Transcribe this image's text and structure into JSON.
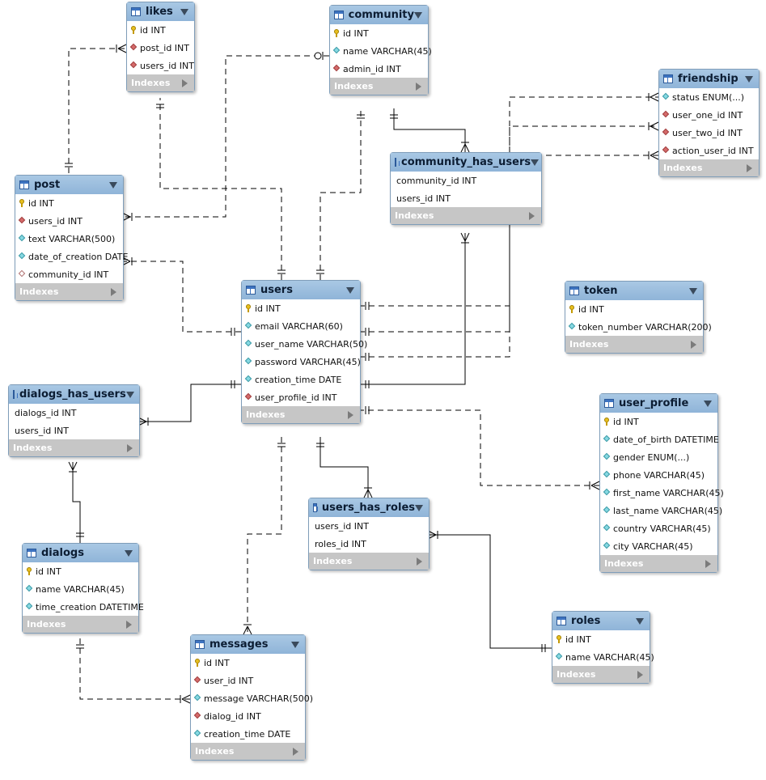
{
  "tables": [
    {
      "key": "likes",
      "title": "likes",
      "columns": [
        {
          "name": "id INT",
          "kind": "pk"
        },
        {
          "name": "post_id INT",
          "kind": "fk"
        },
        {
          "name": "users_id INT",
          "kind": "fk"
        }
      ],
      "footer": "Indexes"
    },
    {
      "key": "community",
      "title": "community",
      "columns": [
        {
          "name": "id INT",
          "kind": "pk"
        },
        {
          "name": "name VARCHAR(45)",
          "kind": "col"
        },
        {
          "name": "admin_id INT",
          "kind": "fk"
        }
      ],
      "footer": "Indexes"
    },
    {
      "key": "friendship",
      "title": "friendship",
      "columns": [
        {
          "name": "status ENUM(...)",
          "kind": "col"
        },
        {
          "name": "user_one_id INT",
          "kind": "fk"
        },
        {
          "name": "user_two_id INT",
          "kind": "fk"
        },
        {
          "name": "action_user_id INT",
          "kind": "fk"
        }
      ],
      "footer": "Indexes"
    },
    {
      "key": "post",
      "title": "post",
      "columns": [
        {
          "name": "id INT",
          "kind": "pk"
        },
        {
          "name": "users_id INT",
          "kind": "fk"
        },
        {
          "name": "text VARCHAR(500)",
          "kind": "col"
        },
        {
          "name": "date_of_creation DATE",
          "kind": "col"
        },
        {
          "name": "community_id INT",
          "kind": "nul"
        }
      ],
      "footer": "Indexes"
    },
    {
      "key": "community_has_users",
      "title": "community_has_users",
      "columns": [
        {
          "name": "community_id INT",
          "kind": "none"
        },
        {
          "name": "users_id INT",
          "kind": "none"
        }
      ],
      "footer": "Indexes"
    },
    {
      "key": "users",
      "title": "users",
      "columns": [
        {
          "name": "id INT",
          "kind": "pk"
        },
        {
          "name": "email VARCHAR(60)",
          "kind": "col"
        },
        {
          "name": "user_name VARCHAR(50)",
          "kind": "col"
        },
        {
          "name": "password VARCHAR(45)",
          "kind": "col"
        },
        {
          "name": "creation_time DATE",
          "kind": "col"
        },
        {
          "name": "user_profile_id INT",
          "kind": "fk"
        }
      ],
      "footer": "Indexes"
    },
    {
      "key": "token",
      "title": "token",
      "columns": [
        {
          "name": "id INT",
          "kind": "pk"
        },
        {
          "name": "token_number VARCHAR(200)",
          "kind": "col"
        }
      ],
      "footer": "Indexes"
    },
    {
      "key": "dialogs_has_users",
      "title": "dialogs_has_users",
      "columns": [
        {
          "name": "dialogs_id INT",
          "kind": "none"
        },
        {
          "name": "users_id INT",
          "kind": "none"
        }
      ],
      "footer": "Indexes"
    },
    {
      "key": "user_profile",
      "title": "user_profile",
      "columns": [
        {
          "name": "id INT",
          "kind": "pk"
        },
        {
          "name": "date_of_birth DATETIME",
          "kind": "col"
        },
        {
          "name": "gender ENUM(...)",
          "kind": "col"
        },
        {
          "name": "phone VARCHAR(45)",
          "kind": "col"
        },
        {
          "name": "first_name VARCHAR(45)",
          "kind": "col"
        },
        {
          "name": "last_name VARCHAR(45)",
          "kind": "col"
        },
        {
          "name": "country VARCHAR(45)",
          "kind": "col"
        },
        {
          "name": "city VARCHAR(45)",
          "kind": "col"
        }
      ],
      "footer": "Indexes"
    },
    {
      "key": "users_has_roles",
      "title": "users_has_roles",
      "columns": [
        {
          "name": "users_id INT",
          "kind": "none"
        },
        {
          "name": "roles_id INT",
          "kind": "none"
        }
      ],
      "footer": "Indexes"
    },
    {
      "key": "dialogs",
      "title": "dialogs",
      "columns": [
        {
          "name": "id INT",
          "kind": "pk"
        },
        {
          "name": "name VARCHAR(45)",
          "kind": "col"
        },
        {
          "name": "time_creation DATETIME",
          "kind": "col"
        }
      ],
      "footer": "Indexes"
    },
    {
      "key": "roles",
      "title": "roles",
      "columns": [
        {
          "name": "id INT",
          "kind": "pk"
        },
        {
          "name": "name VARCHAR(45)",
          "kind": "col"
        }
      ],
      "footer": "Indexes"
    },
    {
      "key": "messages",
      "title": "messages",
      "columns": [
        {
          "name": "id INT",
          "kind": "pk"
        },
        {
          "name": "user_id INT",
          "kind": "fk"
        },
        {
          "name": "message VARCHAR(500)",
          "kind": "col"
        },
        {
          "name": "dialog_id INT",
          "kind": "fk"
        },
        {
          "name": "creation_time DATE",
          "kind": "col"
        }
      ],
      "footer": "Indexes"
    }
  ],
  "relationships": [
    {
      "from": "post",
      "to": "likes",
      "style": "dashed"
    },
    {
      "from": "users",
      "to": "likes",
      "style": "dashed"
    },
    {
      "from": "community",
      "to": "post",
      "style": "dashed"
    },
    {
      "from": "users",
      "to": "community",
      "style": "dashed"
    },
    {
      "from": "community",
      "to": "community_has_users",
      "style": "solid"
    },
    {
      "from": "users",
      "to": "community_has_users",
      "style": "solid"
    },
    {
      "from": "users",
      "to": "post",
      "style": "dashed"
    },
    {
      "from": "users",
      "to": "friendship",
      "style": "dashed",
      "column": "user_one_id"
    },
    {
      "from": "users",
      "to": "friendship",
      "style": "dashed",
      "column": "user_two_id"
    },
    {
      "from": "users",
      "to": "friendship",
      "style": "dashed",
      "column": "action_user_id"
    },
    {
      "from": "users",
      "to": "dialogs_has_users",
      "style": "solid"
    },
    {
      "from": "dialogs",
      "to": "dialogs_has_users",
      "style": "solid"
    },
    {
      "from": "user_profile",
      "to": "users",
      "style": "dashed"
    },
    {
      "from": "users",
      "to": "users_has_roles",
      "style": "solid"
    },
    {
      "from": "roles",
      "to": "users_has_roles",
      "style": "solid"
    },
    {
      "from": "users",
      "to": "messages",
      "style": "dashed"
    },
    {
      "from": "dialogs",
      "to": "messages",
      "style": "dashed"
    }
  ],
  "colors": {
    "header": "#9dbfe0",
    "border": "#7f9db9",
    "footer": "#c6c6c6",
    "line": "#000000"
  }
}
